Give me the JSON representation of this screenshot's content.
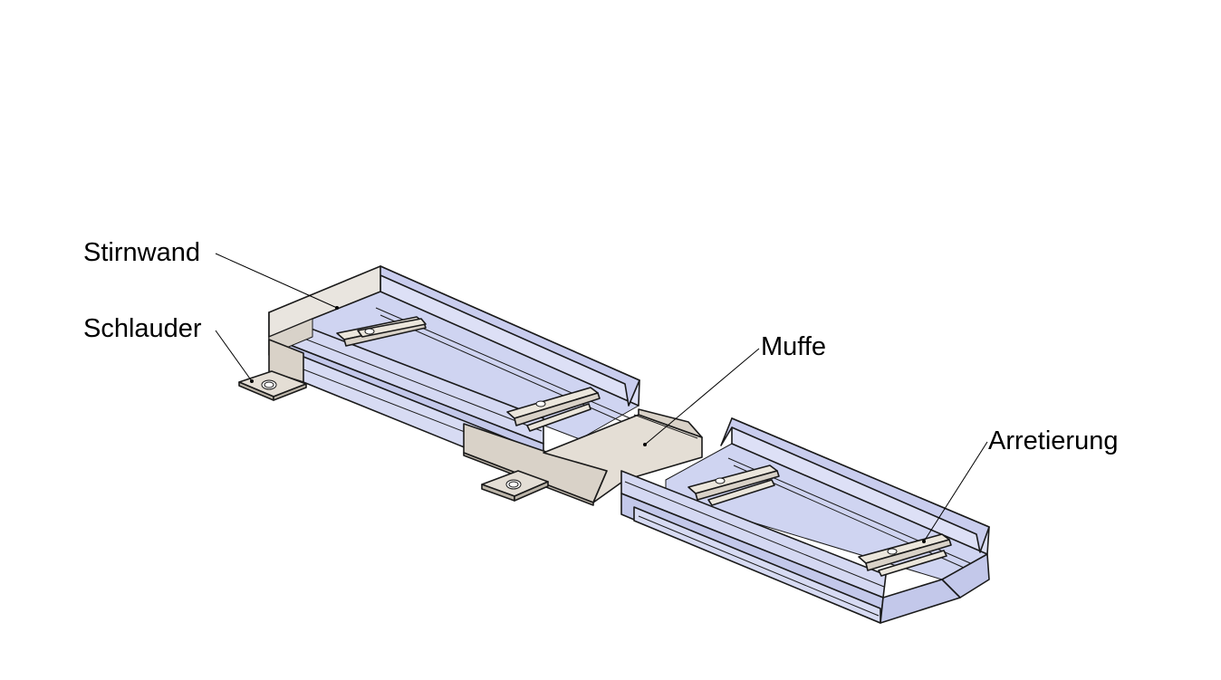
{
  "labels": {
    "stirnwand": "Stirnwand",
    "schlauder": "Schlauder",
    "muffe": "Muffe",
    "arretierung": "Arretierung"
  },
  "colors": {
    "tray_face": "#d4d8f2",
    "tray_light": "#e6e8f8",
    "tray_dark": "#c3c8ea",
    "metal_gray": "#d9d2c8",
    "metal_dark": "#c4bcb0",
    "strut": "#ebe6dc"
  }
}
